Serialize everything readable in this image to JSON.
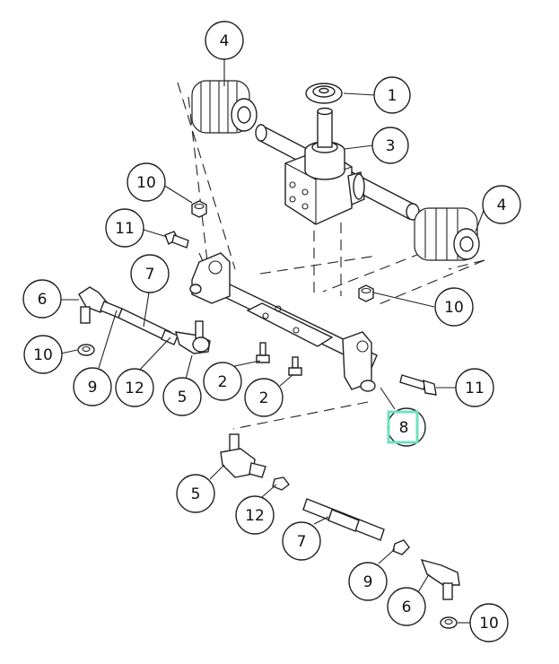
{
  "diagram": {
    "callouts": [
      {
        "id": "c1",
        "label": "1"
      },
      {
        "id": "c3",
        "label": "3"
      },
      {
        "id": "c4a",
        "label": "4"
      },
      {
        "id": "c4b",
        "label": "4"
      },
      {
        "id": "c10a",
        "label": "10"
      },
      {
        "id": "c11a",
        "label": "11"
      },
      {
        "id": "c7a",
        "label": "7"
      },
      {
        "id": "c6a",
        "label": "6"
      },
      {
        "id": "c10b",
        "label": "10"
      },
      {
        "id": "c9a",
        "label": "9"
      },
      {
        "id": "c12a",
        "label": "12"
      },
      {
        "id": "c5a",
        "label": "5"
      },
      {
        "id": "c2a",
        "label": "2"
      },
      {
        "id": "c2b",
        "label": "2"
      },
      {
        "id": "c10c",
        "label": "10"
      },
      {
        "id": "c11b",
        "label": "11"
      },
      {
        "id": "c8",
        "label": "8"
      },
      {
        "id": "c5b",
        "label": "5"
      },
      {
        "id": "c12b",
        "label": "12"
      },
      {
        "id": "c7b",
        "label": "7"
      },
      {
        "id": "c9b",
        "label": "9"
      },
      {
        "id": "c6b",
        "label": "6"
      },
      {
        "id": "c10d",
        "label": "10"
      }
    ],
    "highlight_color": "#6fe0c0",
    "line_color": "#222222"
  }
}
